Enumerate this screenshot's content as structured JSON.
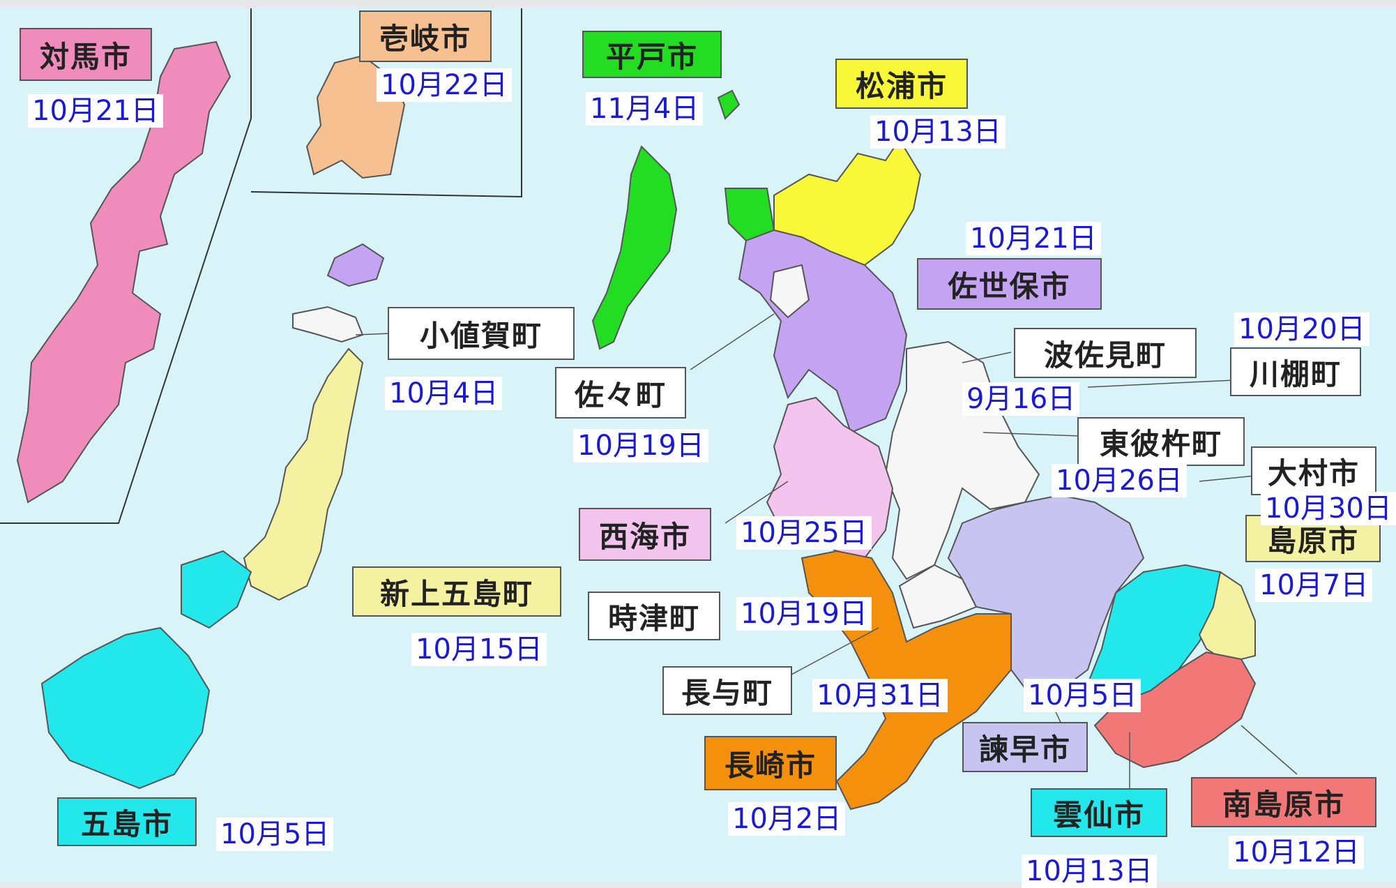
{
  "colors": {
    "sea": "#d8f4f8",
    "pink": "#f08cbc",
    "peach": "#f6c090",
    "green": "#22dd22",
    "yellow": "#f8f838",
    "purple": "#c4a4f2",
    "lightpink": "#f2c4ee",
    "white": "#f6f6f6",
    "lightyellow": "#f4f2a0",
    "cyan": "#22e8ec",
    "orange": "#f4900c",
    "lavender": "#c8c4f2",
    "red": "#f27878",
    "date_text": "#1a1ad4"
  },
  "labels": [
    {
      "id": "tsushima",
      "text": "対馬市",
      "bg": "#f08cbc"
    },
    {
      "id": "iki",
      "text": "壱岐市",
      "bg": "#f6c090"
    },
    {
      "id": "hirado",
      "text": "平戸市",
      "bg": "#22dd22"
    },
    {
      "id": "matsuura",
      "text": "松浦市",
      "bg": "#f8f838"
    },
    {
      "id": "sasebo",
      "text": "佐世保市",
      "bg": "#c4a4f2"
    },
    {
      "id": "ojika",
      "text": "小値賀町",
      "bg": "#ffffff"
    },
    {
      "id": "saza",
      "text": "佐々町",
      "bg": "#ffffff"
    },
    {
      "id": "hasami",
      "text": "波佐見町",
      "bg": "#ffffff"
    },
    {
      "id": "kawatana",
      "text": "川棚町",
      "bg": "#ffffff"
    },
    {
      "id": "higashisonogi",
      "text": "東彼杵町",
      "bg": "#ffffff"
    },
    {
      "id": "omura",
      "text": "大村市",
      "bg": "#ffffff"
    },
    {
      "id": "saikai",
      "text": "西海市",
      "bg": "#f2c4ee"
    },
    {
      "id": "shimabara",
      "text": "島原市",
      "bg": "#f4f2a0"
    },
    {
      "id": "shinkamigoto",
      "text": "新上五島町",
      "bg": "#f4f2a0"
    },
    {
      "id": "togitsu",
      "text": "時津町",
      "bg": "#ffffff"
    },
    {
      "id": "nagayo",
      "text": "長与町",
      "bg": "#ffffff"
    },
    {
      "id": "nagasaki",
      "text": "長崎市",
      "bg": "#f4900c"
    },
    {
      "id": "isahaya",
      "text": "諫早市",
      "bg": "#c8c4f2"
    },
    {
      "id": "unzen",
      "text": "雲仙市",
      "bg": "#22e8ec"
    },
    {
      "id": "minamishimabara",
      "text": "南島原市",
      "bg": "#f27878"
    },
    {
      "id": "goto",
      "text": "五島市",
      "bg": "#22e8ec"
    }
  ],
  "dates": [
    {
      "id": "tsushima",
      "text": "10月21日"
    },
    {
      "id": "iki",
      "text": "10月22日"
    },
    {
      "id": "hirado",
      "text": "11月4日"
    },
    {
      "id": "matsuura",
      "text": "10月13日"
    },
    {
      "id": "sasebo",
      "text": "10月21日"
    },
    {
      "id": "kawatana",
      "text": "10月20日"
    },
    {
      "id": "ojika",
      "text": "10月4日"
    },
    {
      "id": "hasami",
      "text": "9月16日"
    },
    {
      "id": "saza",
      "text": "10月19日"
    },
    {
      "id": "higashisonogi",
      "text": "10月26日"
    },
    {
      "id": "omura",
      "text": "10月30日"
    },
    {
      "id": "saikai",
      "text": "10月25日"
    },
    {
      "id": "shimabara",
      "text": "10月7日"
    },
    {
      "id": "togitsu",
      "text": "10月19日"
    },
    {
      "id": "shinkamigoto",
      "text": "10月15日"
    },
    {
      "id": "nagayo",
      "text": "10月31日"
    },
    {
      "id": "isahaya",
      "text": "10月5日"
    },
    {
      "id": "nagasaki",
      "text": "10月2日"
    },
    {
      "id": "unzen",
      "text": "10月13日"
    },
    {
      "id": "minamishimabara",
      "text": "10月12日"
    },
    {
      "id": "goto",
      "text": "10月5日"
    }
  ]
}
